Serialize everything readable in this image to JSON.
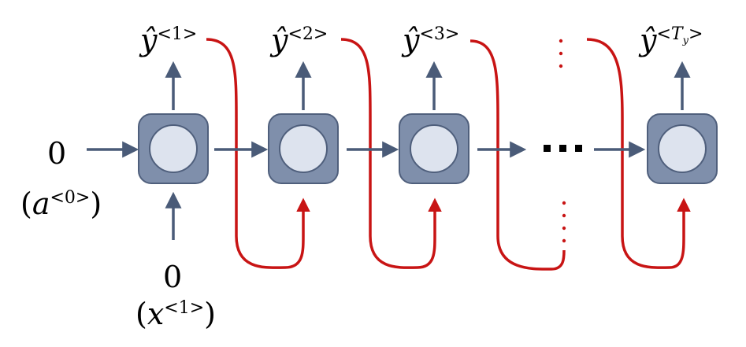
{
  "colors": {
    "cell_fill": "#7f8fab",
    "cell_stroke": "#4f5f7c",
    "state_fill": "#dde3ee",
    "arrow": "#4a5b78",
    "feedback": "#c81414",
    "dots": "#000000"
  },
  "outputs": [
    {
      "base": "ŷ",
      "sup": "<1>"
    },
    {
      "base": "ŷ",
      "sup": "<2>"
    },
    {
      "base": "ŷ",
      "sup": "<3>"
    },
    {
      "base": "ŷ",
      "sup_prefix": "<",
      "sup_var": "T",
      "sup_sub": "y",
      "sup_suffix": ">"
    }
  ],
  "initial_state": {
    "value": "0",
    "open_paren": "(",
    "var": "a",
    "sup": "<0>",
    "close_paren": ")"
  },
  "initial_input": {
    "value": "0",
    "open_paren": "(",
    "var": "x",
    "sup": "<1>",
    "close_paren": ")"
  },
  "ellipsis": "⋯"
}
